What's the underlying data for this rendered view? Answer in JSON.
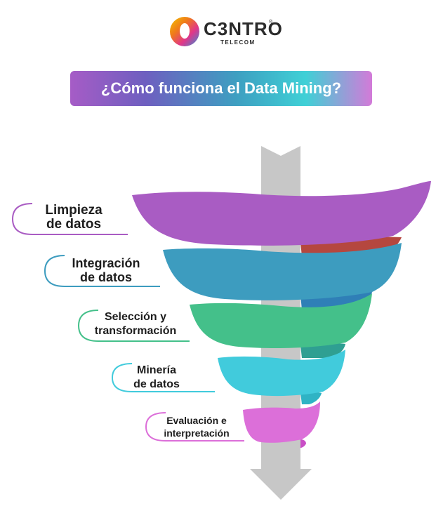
{
  "logo": {
    "name": "C3NTRO",
    "registered": "®",
    "sub": "TELECOM"
  },
  "title": "¿Cómo funciona el Data Mining?",
  "steps": [
    {
      "line1": "Limpieza",
      "line2": "de datos",
      "color": "#a95cc3"
    },
    {
      "line1": "Integración",
      "line2": "de datos",
      "color": "#3d9cbf"
    },
    {
      "line1": "Selección y",
      "line2": "transformación",
      "color": "#44c08a"
    },
    {
      "line1": "Minería",
      "line2": "de datos",
      "color": "#41cbdc"
    },
    {
      "line1": "Evaluación e",
      "line2": "interpretación",
      "color": "#dc6fd9"
    }
  ],
  "colors": {
    "arrow": "#c7c7c7",
    "ribbon_back_red": "#b5473f",
    "ribbon_back_blue": "#2f7fb7",
    "ribbon_back_teal": "#2f9f92"
  }
}
